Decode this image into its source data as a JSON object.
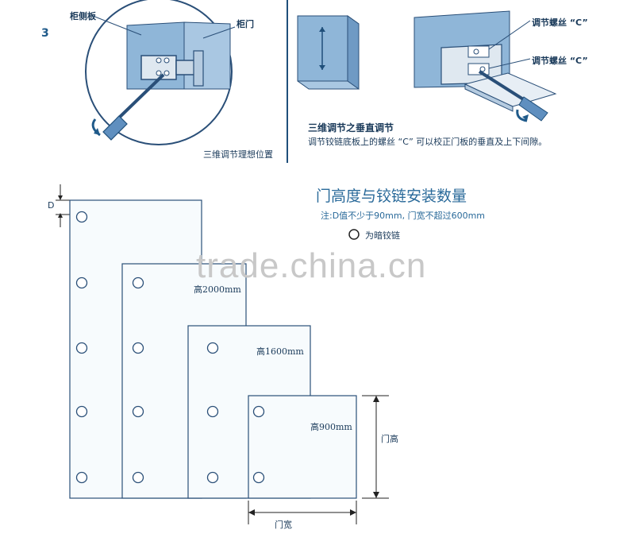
{
  "top_left": {
    "step_number": "3",
    "label_cabinet_side": "柜侧板",
    "label_cabinet_door": "柜门",
    "caption": "三维调节理想位置"
  },
  "top_right": {
    "label_screw_c_top": "调节螺丝 “C”",
    "label_screw_c_bottom": "调节螺丝 “C”",
    "title": "三维调节之垂直调节",
    "description": "调节铰链底板上的螺丝 “C” 可以校正门板的垂直及上下间隙。"
  },
  "bottom": {
    "title": "门高度与铰链安装数量",
    "note": "注:D值不少于90mm, 门宽不超过600mm",
    "legend_text": "为暗铰链",
    "d_label": "D",
    "door_labels": [
      "高2000mm",
      "高1600mm",
      "高900mm"
    ],
    "door_height_label": "门高",
    "door_width_label": "门宽",
    "watermark": "trade.china.cn"
  },
  "colors": {
    "line": "#2a4f78",
    "panel_fill": "#f7fbfd",
    "illustration_blue": "#8fb6d8",
    "dark_blue": "#1f5a8a"
  }
}
